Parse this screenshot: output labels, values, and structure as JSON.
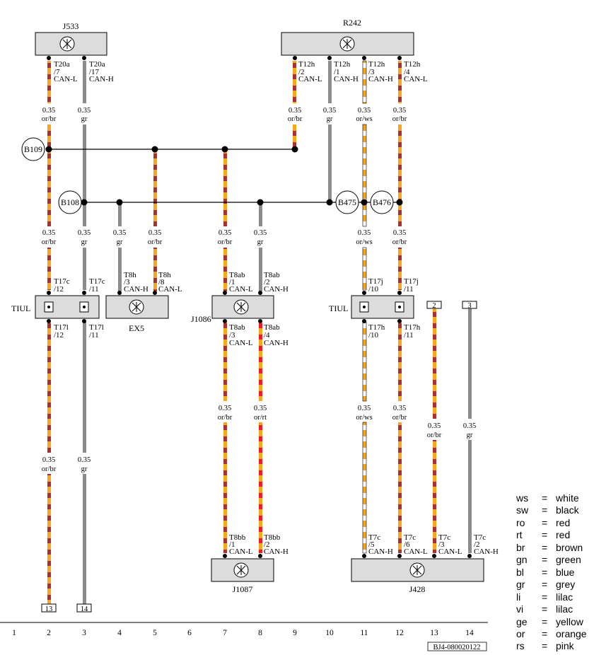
{
  "colors": {
    "orange": "#f5a623",
    "brown": "#a83232",
    "red": "#ee1d23",
    "grey": "#8c8c8c",
    "white": "#ffffff"
  },
  "components": {
    "J533": "J533",
    "R242": "R242",
    "EX5": "EX5",
    "J1086": "J1086",
    "J1087": "J1087",
    "J428": "J428",
    "TIUL_left": "TIUL",
    "TIUL_right": "TIUL"
  },
  "splices": [
    "B109",
    "B108",
    "B475",
    "B476"
  ],
  "wires": {
    "w1": {
      "pin": [
        "T20a",
        "/7",
        "CAN-L"
      ],
      "spec1": [
        "0.35",
        "or/br"
      ],
      "spec2": [
        "0.35",
        "or/br"
      ]
    },
    "w2": {
      "pin": [
        "T20a",
        "/17",
        "CAN-H"
      ],
      "spec1": [
        "0.35",
        "gr"
      ],
      "spec2": [
        "0.35",
        "gr"
      ]
    },
    "r1": {
      "pin": [
        "T12h",
        "/2",
        "CAN-L"
      ],
      "spec1": [
        "0.35",
        "or/br"
      ]
    },
    "r2": {
      "pin": [
        "T12h",
        "/1",
        "CAN-H"
      ],
      "spec1": [
        "0.35",
        "gr"
      ]
    },
    "r3": {
      "pin": [
        "T12h",
        "/3",
        "CAN-H"
      ],
      "spec1": [
        "0.35",
        "or/ws"
      ],
      "spec2": [
        "0.35",
        "or/ws"
      ]
    },
    "r4": {
      "pin": [
        "T12h",
        "/4",
        "CAN-L"
      ],
      "spec1": [
        "0.35",
        "or/br"
      ],
      "spec2": [
        "0.35",
        "or/br"
      ]
    },
    "e1": {
      "pin": [
        "T8h",
        "/3",
        "CAN-H"
      ],
      "spec": [
        "0.35",
        "gr"
      ]
    },
    "e2": {
      "pin": [
        "T8h",
        "/8",
        "CAN-L"
      ],
      "spec": [
        "0.35",
        "or/br"
      ]
    },
    "j1": {
      "pin": [
        "T8ab",
        "/1",
        "CAN-L"
      ],
      "spec": [
        "0.35",
        "or/br"
      ]
    },
    "j2": {
      "pin": [
        "T8ab",
        "/2",
        "CAN-H"
      ],
      "spec": [
        "0.35",
        "gr"
      ]
    },
    "j3": {
      "pin": [
        "T8ab",
        "/3",
        "CAN-L"
      ],
      "spec": [
        "0.35",
        "or/br"
      ]
    },
    "j4": {
      "pin": [
        "T8ab",
        "/4",
        "CAN-H"
      ],
      "spec": [
        "0.35",
        "or/rt"
      ]
    },
    "k1": {
      "pin": [
        "T8bb",
        "/1",
        "CAN-L"
      ]
    },
    "k2": {
      "pin": [
        "T8bb",
        "/2",
        "CAN-H"
      ]
    },
    "tl1": {
      "pin": [
        "T17c",
        "/12"
      ]
    },
    "tl2": {
      "pin": [
        "T17c",
        "/11"
      ]
    },
    "tl3": {
      "pin": [
        "T17l",
        "/12"
      ],
      "spec": [
        "0.35",
        "or/br"
      ]
    },
    "tl4": {
      "pin": [
        "T17l",
        "/11"
      ],
      "spec": [
        "0.35",
        "gr"
      ]
    },
    "tr1": {
      "pin": [
        "T17j",
        "/10"
      ]
    },
    "tr2": {
      "pin": [
        "T17j",
        "/11"
      ]
    },
    "tr3": {
      "pin": [
        "T17h",
        "/10"
      ],
      "spec": [
        "0.35",
        "or/ws"
      ]
    },
    "tr4": {
      "pin": [
        "T17h",
        "/11"
      ],
      "spec": [
        "0.35",
        "or/br"
      ]
    },
    "q1": {
      "pin": [
        "T7c",
        "/5",
        "CAN-H"
      ]
    },
    "q2": {
      "pin": [
        "T7c",
        "/6",
        "CAN-L"
      ]
    },
    "q3": {
      "pin": [
        "T7c",
        "/3",
        "CAN-L"
      ]
    },
    "q4": {
      "pin": [
        "T7c",
        "/2",
        "CAN-H"
      ]
    },
    "x13": {
      "spec": [
        "0.35",
        "or/br"
      ]
    },
    "x14": {
      "spec": [
        "0.35",
        "gr"
      ]
    }
  },
  "refs": {
    "top13": "2",
    "top14": "3",
    "bot13": "13",
    "bot14": "14"
  },
  "columns": [
    "1",
    "2",
    "3",
    "4",
    "5",
    "6",
    "7",
    "8",
    "9",
    "10",
    "11",
    "12",
    "13",
    "14"
  ],
  "code": "BJ4-080020122",
  "legend": [
    {
      "abbr": "ws",
      "eq": "=",
      "name": "white"
    },
    {
      "abbr": "sw",
      "eq": "=",
      "name": "black"
    },
    {
      "abbr": "ro",
      "eq": "=",
      "name": "red"
    },
    {
      "abbr": "rt",
      "eq": "=",
      "name": "red"
    },
    {
      "abbr": "br",
      "eq": "=",
      "name": "brown"
    },
    {
      "abbr": "gn",
      "eq": "=",
      "name": "green"
    },
    {
      "abbr": "bl",
      "eq": "=",
      "name": "blue"
    },
    {
      "abbr": "gr",
      "eq": "=",
      "name": "grey"
    },
    {
      "abbr": "li",
      "eq": "=",
      "name": "lilac"
    },
    {
      "abbr": "vi",
      "eq": "=",
      "name": "lilac"
    },
    {
      "abbr": "ge",
      "eq": "=",
      "name": "yellow"
    },
    {
      "abbr": "or",
      "eq": "=",
      "name": "orange"
    },
    {
      "abbr": "rs",
      "eq": "=",
      "name": "pink"
    }
  ]
}
